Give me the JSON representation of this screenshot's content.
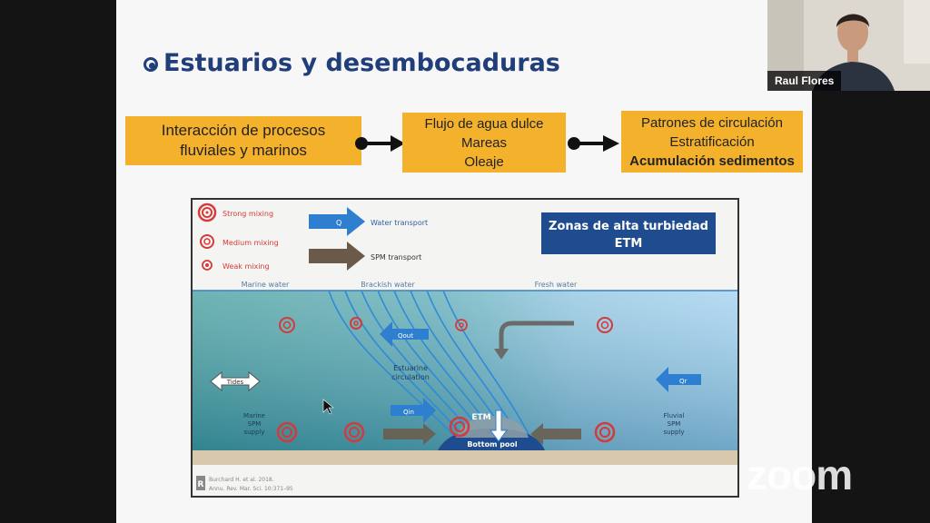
{
  "slide": {
    "title": "Estuarios y desembocaduras",
    "boxes": {
      "b1": [
        "Interacción de procesos",
        "fluviales y marinos"
      ],
      "b2": [
        "Flujo de agua dulce",
        "Mareas",
        "Oleaje"
      ],
      "b3": [
        "Patrones de circulación",
        "Estratificación",
        "Acumulación sedimentos"
      ]
    }
  },
  "figure": {
    "legend": {
      "strong": "Strong mixing",
      "medium": "Medium mixing",
      "weak": "Weak mixing",
      "water": "Water transport",
      "spm": "SPM transport",
      "q": "Q"
    },
    "etm_title_1": "Zonas de alta turbiedad",
    "etm_title_2": "ETM",
    "marine": "Marine water",
    "brackish": "Brackish water",
    "fresh": "Fresh water",
    "tides": "Tides",
    "estuarine1": "Estuarine",
    "estuarine2": "circulation",
    "qout": "Qout",
    "qin": "Qin",
    "qr": "Qr",
    "etm": "ETM",
    "bottom_pool": "Bottom pool",
    "marine_spm": [
      "Marine",
      "SPM",
      "supply"
    ],
    "fluvial_spm": [
      "Fluvial",
      "SPM",
      "supply"
    ],
    "citation": [
      "Burchard H. et al. 2018.",
      "Annu. Rev. Mar. Sci. 10:371–95"
    ],
    "citation_logo": "R"
  },
  "participant": {
    "name": "Raul Flores"
  },
  "watermark": "zoom",
  "colors": {
    "title": "#1f3e7a",
    "box": "#f4b12c",
    "etm_box": "#1f4c8f",
    "arrow_blue": "#2f7fd0"
  }
}
